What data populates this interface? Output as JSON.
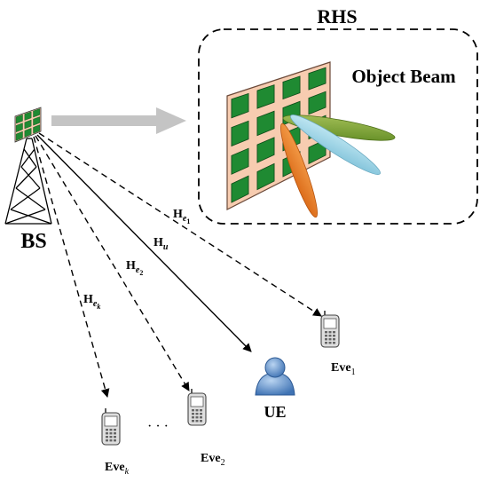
{
  "rhs_box": {
    "title": "RHS"
  },
  "object_beam": {
    "label": "Object Beam"
  },
  "bs": {
    "label": "BS"
  },
  "ue": {
    "label": "UE"
  },
  "channels": {
    "h_e1": {
      "main": "H",
      "sub": "e",
      "subsub": "1"
    },
    "h_u": {
      "main": "H",
      "sub": "u"
    },
    "h_e2": {
      "main": "H",
      "sub": "e",
      "subsub": "2"
    },
    "h_ek": {
      "main": "H",
      "sub": "e",
      "subsub": "k"
    }
  },
  "eves": {
    "eve1": {
      "main": "Eve",
      "sub": "1"
    },
    "eve2": {
      "main": "Eve",
      "sub": "2"
    },
    "evek": {
      "main": "Eve",
      "sub": "k"
    }
  },
  "ellipsis": "· · ·",
  "colors": {
    "panel": "#f7ccb0",
    "panel_stroke": "#6b4a3a",
    "element": "#1f8a32",
    "element_stroke": "#0d4a18",
    "beam_green": "#7ea23b",
    "beam_blue": "#9dd3e6",
    "beam_orange": "#ef7f22",
    "arrow_gray": "#c0c0c0",
    "user_blue": "#6f9fd4",
    "phone_gray": "#dedede"
  }
}
